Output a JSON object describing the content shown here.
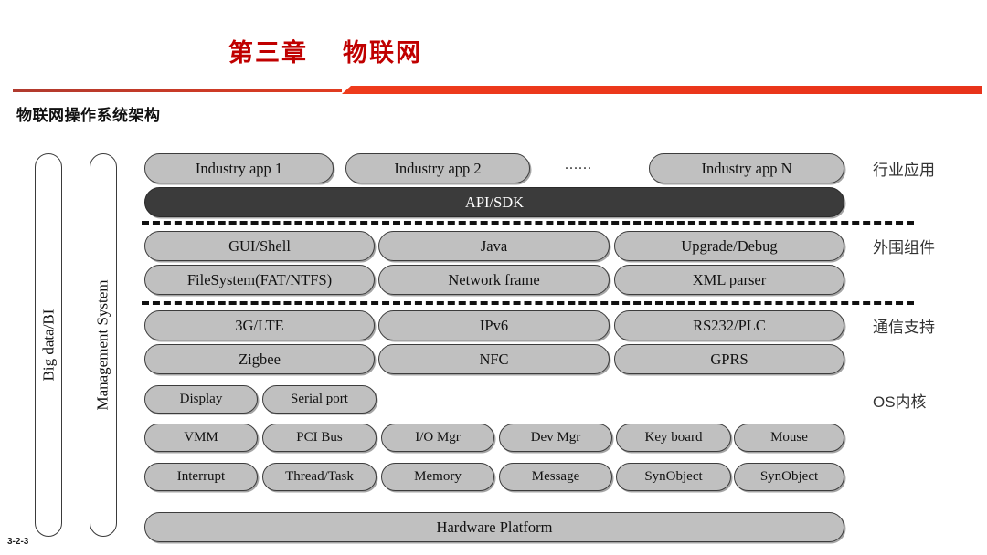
{
  "header": {
    "title": "第三章    物联网",
    "section_heading": "物联网操作系统架构",
    "title_color": "#c00000",
    "rule_color": "#ee3b1c"
  },
  "page_number": "3-2-3",
  "diagram": {
    "side_bars": [
      {
        "label": "Big data/BI"
      },
      {
        "label": "Management System"
      }
    ],
    "tier_labels": [
      {
        "label": "行业应用"
      },
      {
        "label": "外围组件"
      },
      {
        "label": "通信支持"
      },
      {
        "label": "OS内核"
      }
    ],
    "ellipsis": "......",
    "rows": {
      "industry_apps": [
        {
          "label": "Industry app 1"
        },
        {
          "label": "Industry app 2"
        },
        {
          "label": "Industry app N"
        }
      ],
      "api_sdk": {
        "label": "API/SDK"
      },
      "peripheral_1": [
        {
          "label": "GUI/Shell"
        },
        {
          "label": "Java"
        },
        {
          "label": "Upgrade/Debug"
        }
      ],
      "peripheral_2": [
        {
          "label": "FileSystem(FAT/NTFS)"
        },
        {
          "label": "Network frame"
        },
        {
          "label": "XML parser"
        }
      ],
      "comms_1": [
        {
          "label": "3G/LTE"
        },
        {
          "label": "IPv6"
        },
        {
          "label": "RS232/PLC"
        }
      ],
      "comms_2": [
        {
          "label": "Zigbee"
        },
        {
          "label": "NFC"
        },
        {
          "label": "GPRS"
        }
      ],
      "kernel_1": [
        {
          "label": "Display"
        },
        {
          "label": "Serial port"
        }
      ],
      "kernel_2": [
        {
          "label": "VMM"
        },
        {
          "label": "PCI Bus"
        },
        {
          "label": "I/O Mgr"
        },
        {
          "label": "Dev Mgr"
        },
        {
          "label": "Key board"
        },
        {
          "label": "Mouse"
        }
      ],
      "kernel_3": [
        {
          "label": "Interrupt"
        },
        {
          "label": "Thread/Task"
        },
        {
          "label": "Memory"
        },
        {
          "label": "Message"
        },
        {
          "label": "SynObject"
        },
        {
          "label": "SynObject"
        }
      ],
      "hardware": {
        "label": "Hardware Platform"
      }
    }
  },
  "colors": {
    "pill_fill": "#c0c0c0",
    "pill_dark_fill": "#3b3b3b",
    "pill_border": "#3c3c3c",
    "background": "#ffffff"
  }
}
